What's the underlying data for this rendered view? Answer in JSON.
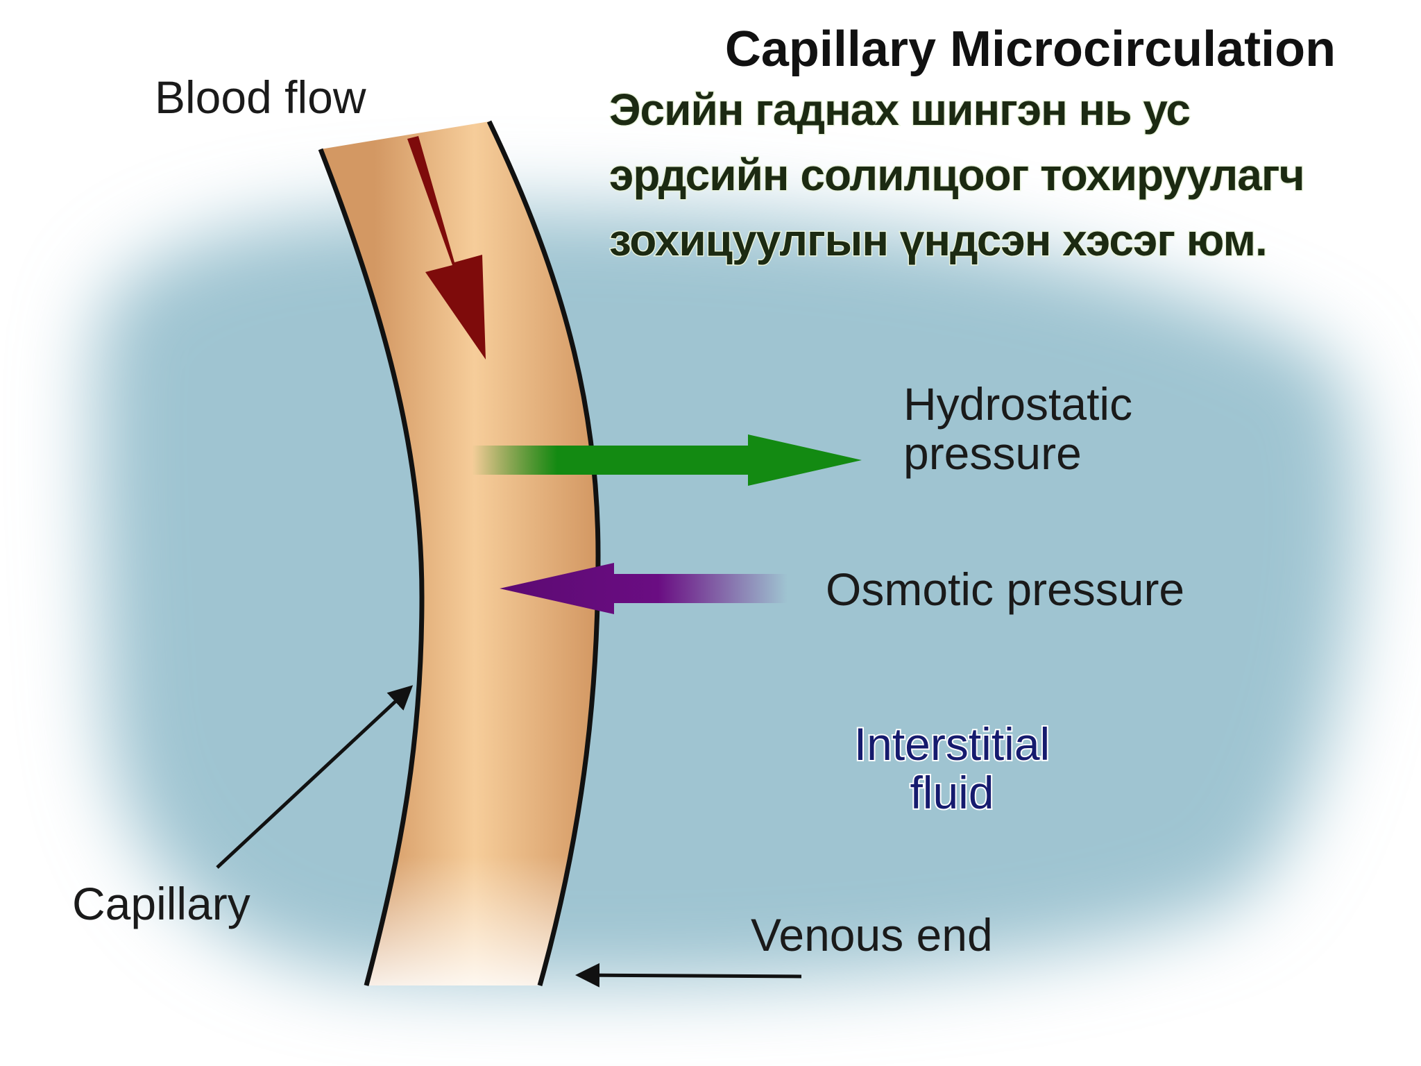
{
  "title": "Capillary Microcirculation",
  "caption_lines": [
    "Эсийн гаднах шингэн нь ус",
    "эрдсийн солилцоог тохируулагч",
    "зохицуулгын үндсэн хэсэг юм."
  ],
  "labels": {
    "blood_flow": "Blood flow",
    "hydrostatic_line1": "Hydrostatic",
    "hydrostatic_line2": "pressure",
    "osmotic": "Osmotic pressure",
    "interstitial_line1": "Interstitial",
    "interstitial_line2": "fluid",
    "capillary": "Capillary",
    "venous_end": "Venous end"
  },
  "colors": {
    "interstitial_fluid": "#9fc4d1",
    "capillary_wall": "#d9a070",
    "capillary_center": "#f7cf9c",
    "blood_flow_arrow": "#7e0b0b",
    "hydrostatic_arrow": "#138a12",
    "osmotic_arrow": "#5c0a72",
    "outline": "#111111"
  }
}
